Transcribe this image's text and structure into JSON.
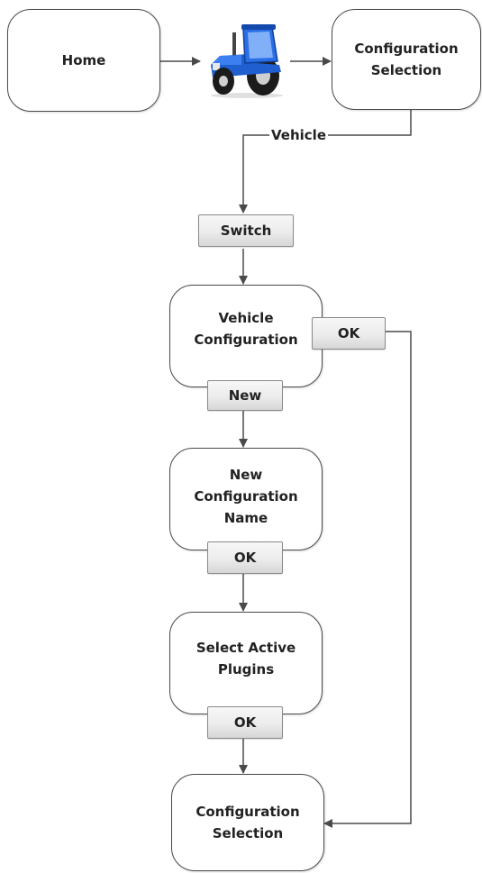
{
  "nodes": {
    "home": "Home",
    "config_selection_top": [
      "Configuration",
      "Selection"
    ],
    "vehicle_configuration": [
      "Vehicle",
      "Configuration"
    ],
    "new_configuration_name": [
      "New",
      "Configuration",
      "Name"
    ],
    "select_active_plugins": [
      "Select Active",
      "Plugins"
    ],
    "config_selection_bottom": [
      "Configuration",
      "Selection"
    ]
  },
  "buttons": {
    "switch": "Switch",
    "ok_vehicle": "OK",
    "new": "New",
    "ok_name": "OK",
    "ok_plugins": "OK"
  },
  "edge_labels": {
    "vehicle": "Vehicle"
  },
  "icons": {
    "vehicle_image": "tractor-icon"
  },
  "colors": {
    "line": "#4a4a4a",
    "tractor_body": "#1f5fd0",
    "tractor_tire": "#1b1b1b"
  }
}
